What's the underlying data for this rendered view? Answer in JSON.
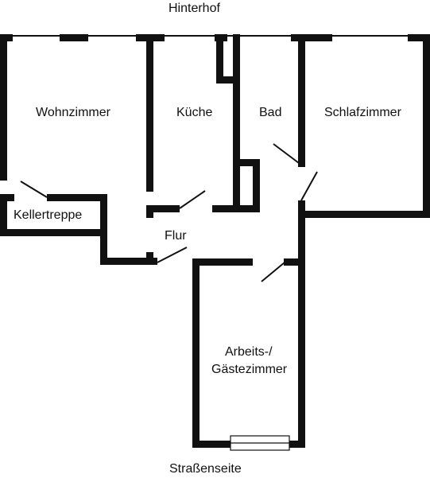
{
  "plan": {
    "top_label": "Hinterhof",
    "bottom_label": "Straßenseite",
    "rooms": {
      "wohnzimmer": "Wohnzimmer",
      "kueche": "Küche",
      "bad": "Bad",
      "schlafzimmer": "Schlafzimmer",
      "kellertreppe": "Kellertreppe",
      "flur": "Flur",
      "arbeits_line1": "Arbeits-/",
      "arbeits_line2": "Gästezimmer"
    }
  },
  "colors": {
    "wall": "#111111",
    "background": "#ffffff"
  }
}
